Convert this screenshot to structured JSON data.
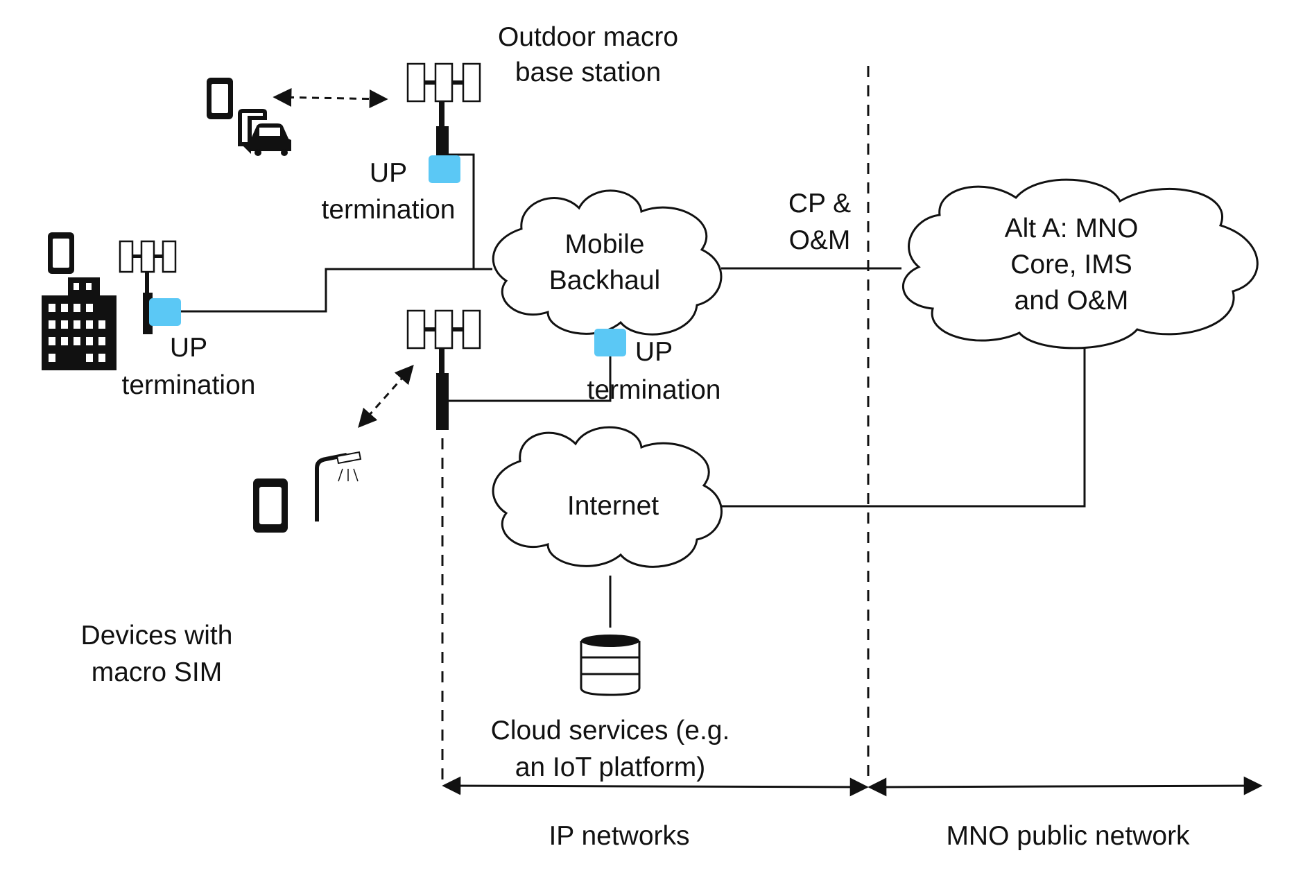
{
  "labels": {
    "outdoor_line1": "Outdoor macro",
    "outdoor_line2": "base station",
    "up1_line1": "UP",
    "up1_line2": "termination",
    "up2_line1": "UP",
    "up2_line2": "termination",
    "up3_line1": "UP",
    "up3_line2": "termination",
    "backhaul_line1": "Mobile",
    "backhaul_line2": "Backhaul",
    "cpom_line1": "CP &",
    "cpom_line2": "O&M",
    "core_line1": "Alt A: MNO",
    "core_line2": "Core, IMS",
    "core_line3": "and O&M",
    "internet": "Internet",
    "devices_line1": "Devices with",
    "devices_line2": "macro SIM",
    "cloud_line1": "Cloud services (e.g.",
    "cloud_line2": "an IoT platform)",
    "ip_networks": "IP networks",
    "mno_public": "MNO public network"
  },
  "colors": {
    "up_termination": "#5bc8f5",
    "line": "#111111"
  }
}
